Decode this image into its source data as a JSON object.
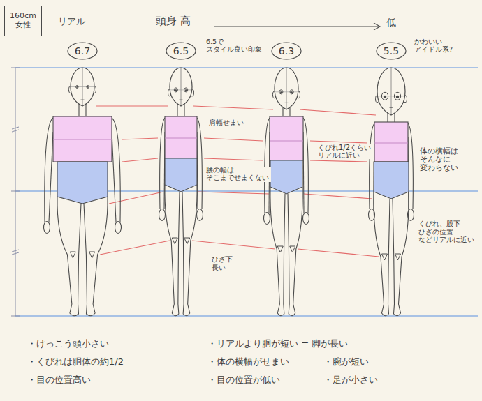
{
  "diagram": {
    "nodes": [
      {
        "text": [
          "160cm 女性"
        ]
      },
      {
        "text": [
          "6.7"
        ]
      },
      {
        "text": [
          "6.5"
        ]
      },
      {
        "text": [
          "6.3"
        ]
      },
      {
        "text": [
          "5.5"
        ]
      }
    ],
    "labels": [
      "リアル",
      "頭身 高",
      "低",
      "6.5で スタイル良い印象",
      "かわいい アイドル系?",
      "肩幅せまい",
      "くびれ1/2くらい リアルに近い",
      "体の横幅は そんなに 変わらない",
      "腰の幅は そこまでせまくない",
      "くびれ、股下 ひざの位置 などリアルに近い",
      "ひざ下 長い",
      "・けっこう頭小さい",
      "・リアルより胴が短い = 脚が長い",
      "・くびれは胴体の約1/2",
      "・体の横幅がせまい",
      "・腕が短い",
      "・目の位置高い",
      "・目の位置が低い",
      "・足が小さい"
    ]
  }
}
